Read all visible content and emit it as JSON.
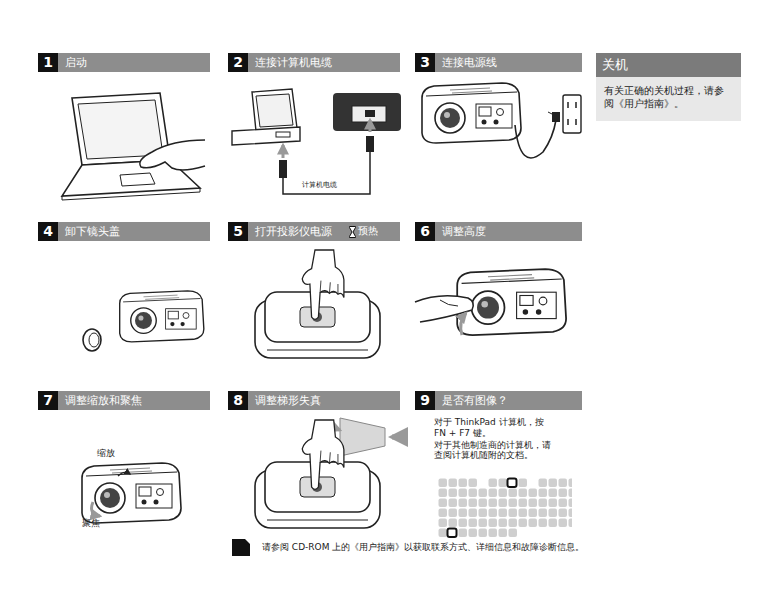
{
  "diagram": {
    "nodes": [
      {
        "text": [
          "1",
          "启动"
        ]
      },
      {
        "text": [
          "2",
          "连接计算机电缆"
        ]
      },
      {
        "text": [
          "3",
          "连接电源线"
        ]
      },
      {
        "text": [
          "关机",
          "有关正确的关机过程，请参阅《用户指南》。"
        ]
      },
      {
        "text": [
          "4",
          "卸下镜头盖"
        ]
      },
      {
        "text": [
          "5",
          "打开投影仪电源"
        ]
      },
      {
        "text": [
          "6",
          "调整高度"
        ]
      },
      {
        "text": [
          "7",
          "调整缩放和聚焦"
        ]
      },
      {
        "text": [
          "8",
          "调整梯形失真"
        ]
      },
      {
        "text": [
          "9",
          "是否有图像？"
        ]
      }
    ],
    "labels": [
      "计算机电缆",
      "预热",
      "缩放",
      "聚焦",
      "对于 ThinkPad 计算机，按 FN + F7 键。",
      "对于其他制造商的计算机，请查阅计算机随附的文档。",
      "请参阅 CD-ROM 上的《用户指南》以获取联系方式、详细信息和故障诊断信息。"
    ]
  }
}
